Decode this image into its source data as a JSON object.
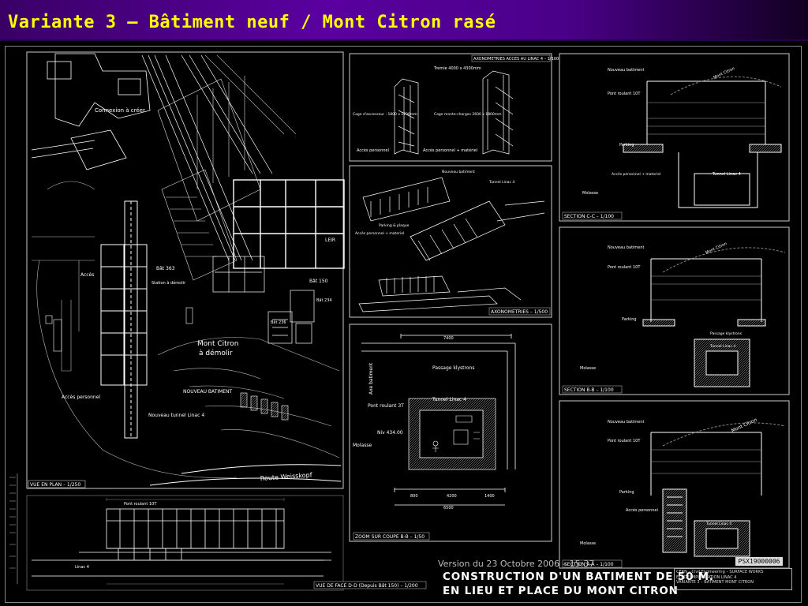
{
  "header": {
    "title": "Variante 3 – Bâtiment neuf / Mont Citron rasé",
    "title_color": "#ffff00"
  },
  "plan": {
    "caption": "VUE EN PLAN – 1/250",
    "labels": {
      "connexion": "Connexion à créer",
      "mont_citron": "Mont Citron",
      "a_demolir": "à démolir",
      "bat363": "Bât 363",
      "station": "Station à démolir",
      "acces": "Accès",
      "acces_personnel": "Accès personnel",
      "nouveau_batiment": "NOUVEAU BATIMENT",
      "nouveau_tunnel": "Nouveau tunnel Linac 4",
      "route": "Route Weisskopf",
      "bat150": "Bât 150",
      "bat234": "Bât 234",
      "bat236": "Bât 236",
      "leir": "LEIR"
    }
  },
  "axo_top": {
    "caption": "AXONOMETRIES ACCES AU LINAC 4 – 1/100",
    "labels": {
      "tremie": "Tremie 4000 x 4300mm",
      "cage_asc": "Cage d'ascenseur : 1800 x 1700mm",
      "cage_mc": "Cage monte-charges 2600 x 1800mm",
      "acces_perso": "Accès personnel",
      "acces_mat": "Accès personnel + matériel"
    }
  },
  "axo_mid": {
    "caption": "AXONOMETRIES – 1/500",
    "labels": {
      "nouveau_bat": "Nouveau batiment",
      "tunnel_l4": "Tunnel Linac 4",
      "parking": "Parking & plaque",
      "acces": "Accès personnel + materiel"
    }
  },
  "zoom": {
    "caption": "ZOOM SUR COUPE B-B – 1/50",
    "labels": {
      "axe": "Axe batiment",
      "passage": "Passage klystrons",
      "tunnel": "Tunnel Linac 4",
      "pont": "Pont roulant 3T",
      "niv": "Niv 434.00",
      "molasse": "Molasse",
      "dim_top": "7400",
      "dim_bot": "6500",
      "dim_left": "800",
      "dim_mid": "4200",
      "dim_right": "1400"
    }
  },
  "sections": [
    {
      "caption": "SECTION C-C – 1/100",
      "nouveau": "Nouveau batiment",
      "pont": "Pont roulant 10T",
      "parking": "Parking",
      "tunnel": "Tunnel Linac 4",
      "acces": "Accès personnel + materiel",
      "molasse": "Molasse",
      "mont": "Mont Citron"
    },
    {
      "caption": "SECTION B-B – 1/100",
      "nouveau": "Nouveau batiment",
      "pont": "Pont roulant 10T",
      "parking": "Parking",
      "tunnel": "Tunnel Linac 4",
      "acces": "Passage klystrons",
      "molasse": "Molasse",
      "mont": "Mont Citron"
    },
    {
      "caption": "SECTION A-A – 1/100",
      "nouveau": "Nouveau batiment",
      "pont": "Pont roulant 10T",
      "parking": "Parking",
      "tunnel": "Tunnel Linac 4",
      "acces": "Accès personnel",
      "molasse": "Molasse",
      "mont": "Mont Citron"
    }
  ],
  "elevation": {
    "caption": "VUE DE FACE D-D (Depuis Bât 150) – 1/200",
    "labels": {
      "pont": "Pont roulant 10T",
      "linac": "Linac 4"
    }
  },
  "footer": {
    "version": "Version du 23 Octobre 2006 – 15:37",
    "caption_line1": "CONSTRUCTION D'UN BATIMENT DE 50 M.",
    "caption_line2": "EN LIEU ET PLACE DU MONT CITRON",
    "ref": "PSX19000006",
    "cartouche": [
      "CERN – Civil Engineering – SURFACE WORKS",
      "ETUDE IMPLANTATION LINAC 4",
      "VARIANTE 3 – BATIMENT MONT CITRON"
    ]
  }
}
